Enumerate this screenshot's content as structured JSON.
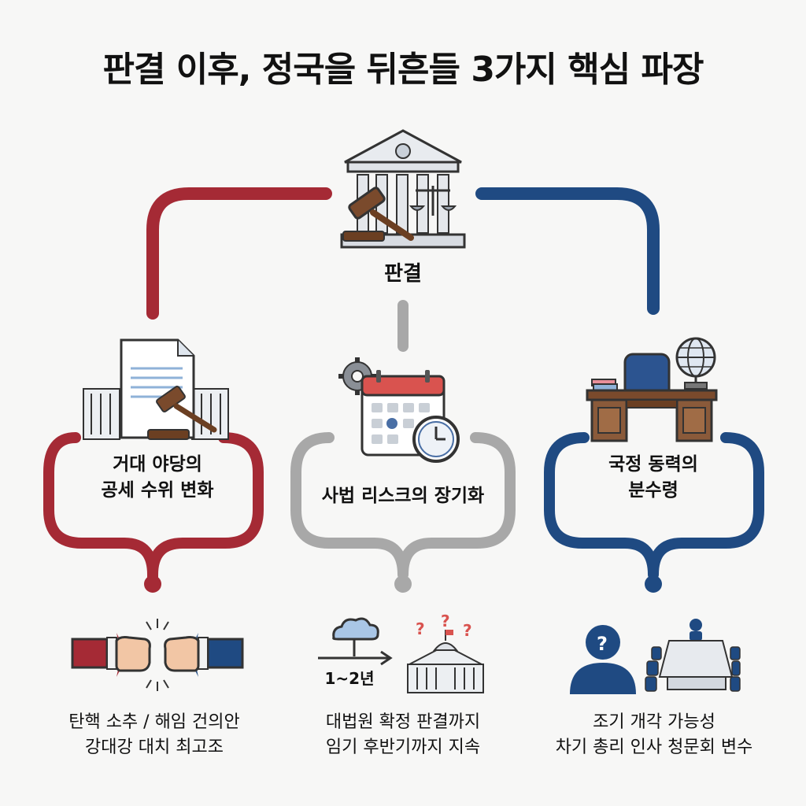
{
  "title": "판결 이후, 정국을 뒤흔들 3가지 핵심 파장",
  "center": {
    "label": "판결"
  },
  "branches": [
    {
      "label_line1": "거대 야당의",
      "label_line2": "공세 수위 변화",
      "outcome_line1": "탄핵 소추 / 해임 건의안",
      "outcome_line2": "강대강 대치 최고조"
    },
    {
      "label_line1": "사법 리스크의 장기화",
      "label_line2": "",
      "timeline_label": "1~2년",
      "outcome_line1": "대법원 확정 판결까지",
      "outcome_line2": "임기 후반기까지 지속"
    },
    {
      "label_line1": "국정 동력의",
      "label_line2": "분수령",
      "outcome_line1": "조기 개각 가능성",
      "outcome_line2": "차기 총리 인사 청문회 변수"
    }
  ],
  "colors": {
    "left": "#a52a35",
    "middle": "#a8a8a8",
    "right": "#1f4a82"
  }
}
